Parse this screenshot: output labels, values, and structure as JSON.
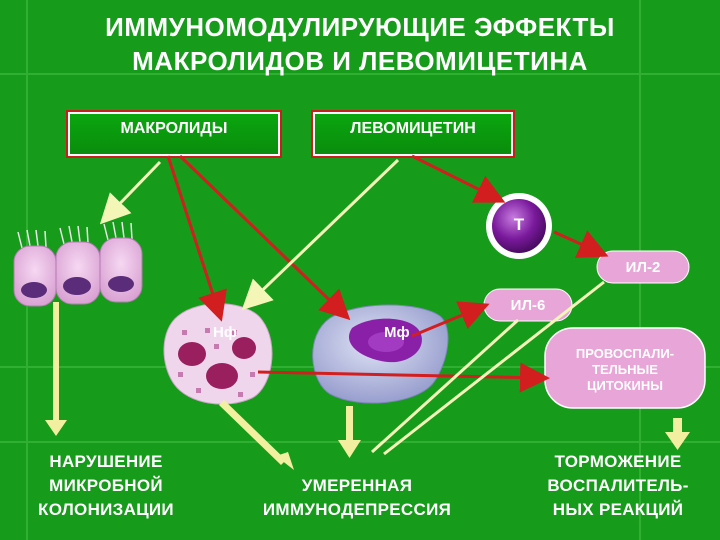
{
  "title_line1": "ИММУНОМОДУЛИРУЮЩИЕ ЭФФЕКТЫ",
  "title_line2": "МАКРОЛИДОВ И ЛЕВОМИЦЕТИНА",
  "box_macrolides": "МАКРОЛИДЫ",
  "box_levomycetin": "ЛЕВОМИЦЕТИН",
  "t_cell": "Т",
  "il2": "ИЛ-2",
  "il6": "ИЛ-6",
  "neutrophil": "Нф",
  "macrophage": "Мф",
  "proinflammatory": [
    "ПРОВОСПАЛИ-",
    "ТЕЛЬНЫЕ",
    "ЦИТОКИНЫ"
  ],
  "outcome_left": [
    "НАРУШЕНИЕ",
    "МИКРОБНОЙ",
    "КОЛОНИЗАЦИИ"
  ],
  "outcome_center": [
    "УМЕРЕННАЯ",
    "ИММУНОДЕПРЕССИЯ"
  ],
  "outcome_right": [
    "ТОРМОЖЕНИЕ",
    "ВОСПАЛИТЕЛЬ-",
    "НЫХ РЕАКЦИЙ"
  ],
  "colors": {
    "background": "#169b1a",
    "red_arrow": "#d21e1e",
    "white_arrow": "#f4f6b8",
    "yellow_arrow": "#f2f0a0",
    "cytokine_fill": "#e7a5d8",
    "t_cell_fill": "#7a1a9c"
  }
}
